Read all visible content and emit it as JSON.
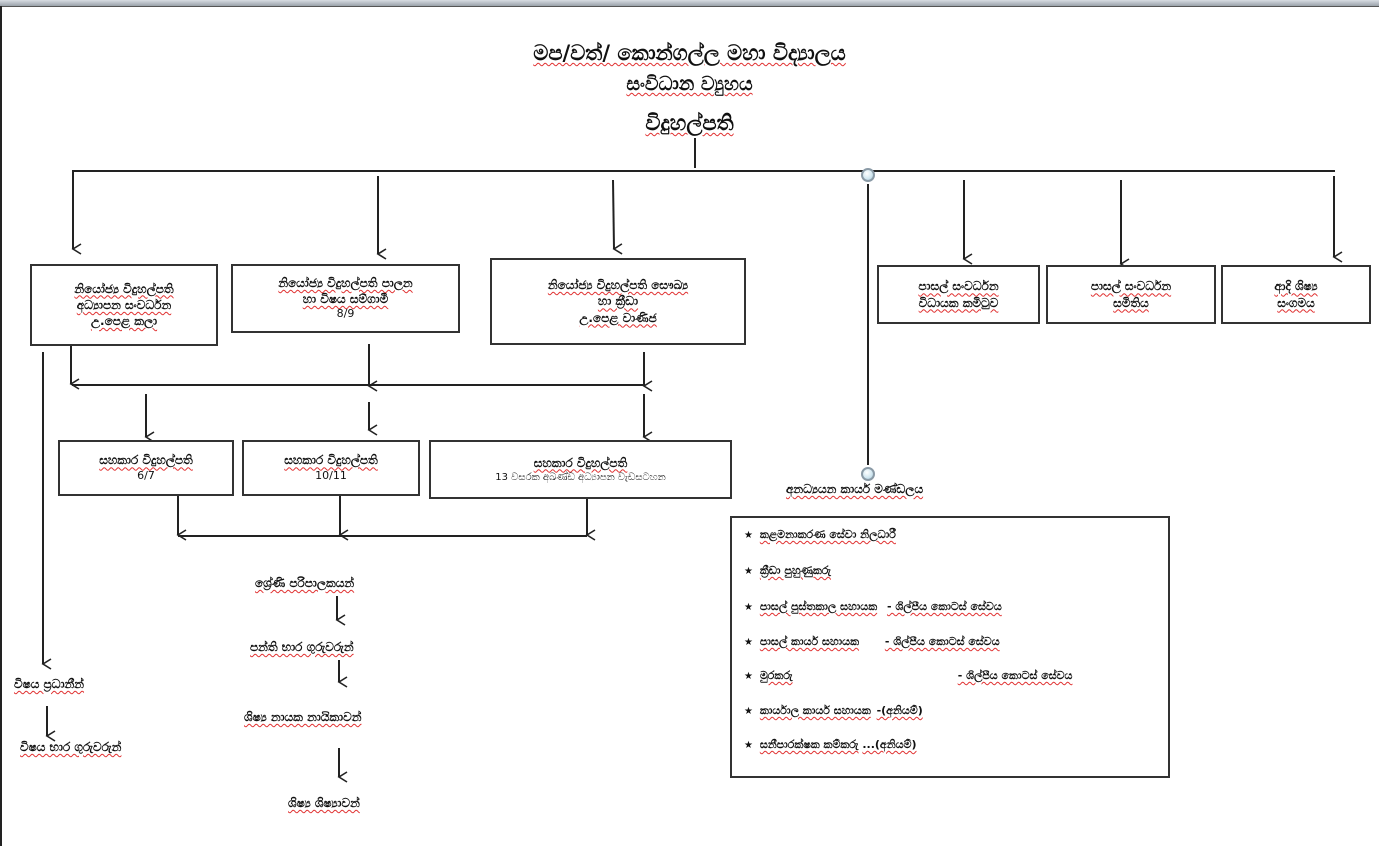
{
  "header": {
    "school_name": "මප/වත්/ කොන්ගල්ල මහා විද්‍යාලය",
    "chart_title": "සංවිධාන ව්‍යුහය",
    "top_role": "විදුහල්පති"
  },
  "deputy_principals": [
    {
      "lines": [
        "නියෝජ්‍ය විදුහල්පති",
        "අධ්‍යාපන සංවර්ධන",
        "උ.පෙළ කලා"
      ]
    },
    {
      "lines": [
        "නියෝජ්‍ය විදුහල්පති පාලන",
        "හා විෂය සම්ගාමී"
      ],
      "grade": "8/9"
    },
    {
      "lines": [
        "නියෝජ්‍ය විදුහල්පති සෞඛ්‍ය",
        "හා ක්‍රීඩා",
        "උ.පෙළ වාණිජ"
      ]
    }
  ],
  "right_units": [
    {
      "lines": [
        "පාසල් සංවර්ධන",
        "විධායක කමිටුව"
      ]
    },
    {
      "lines": [
        "පාසල් සංවර්ධන",
        "සමිතිය"
      ]
    },
    {
      "lines": [
        "ආදි ශිෂ්‍ය",
        "සංගමය"
      ]
    }
  ],
  "assistant_principals": [
    {
      "title": "සහකාර විදුහල්පති",
      "grade": "6/7"
    },
    {
      "title": "සහකාර විදුහල්පති",
      "grade": "10/11"
    },
    {
      "title": "සහකාර විදුහල්පති",
      "grade": "13 වසරක අඛණ්ඩ අධ්‍යාපන වැඩසටහන"
    }
  ],
  "class_chain": [
    "ශ්‍රේණි පරිපාලකයන්",
    "පන්ති භාර ගුරුවරුන්",
    "ශිෂ්‍ය නායක නායිකාවන්",
    "ශිෂ්‍ය ශිෂ්‍යාවන්"
  ],
  "subject_chain": [
    "විෂය ප්‍රධානීන්",
    "විෂය භාර ගුරුවරුන්"
  ],
  "non_academic": {
    "title": "අනධ්‍යයන කාර්ය මණ්ඩලය",
    "items": [
      {
        "label": "කළමනාකරණ සේවා නිලධාරී",
        "note": ""
      },
      {
        "label": "ක්‍රීඩා පුහුණුකරු",
        "note": ""
      },
      {
        "label": "පාසල් පුස්තකාල සහායක",
        "note": "- ශිල්පීය කොටස් සේවය"
      },
      {
        "label": "පාසල් කාර්ය සහායක",
        "note": "- ශිල්පීය කොටස් සේවය"
      },
      {
        "label": "මුරකරු",
        "note": "- ශිල්පීය කොටස් සේවය"
      },
      {
        "label": "කාර්යාල කාර්ය සහායක",
        "note": "-(අනියම්)"
      },
      {
        "label": "සනීපාරක්ෂක කම්කරු",
        "note": "...(අනියම්)"
      }
    ]
  },
  "colors": {
    "line": "#222222",
    "spellcheck_underline": "#e03030",
    "connector_node": "#cfe6f0"
  }
}
